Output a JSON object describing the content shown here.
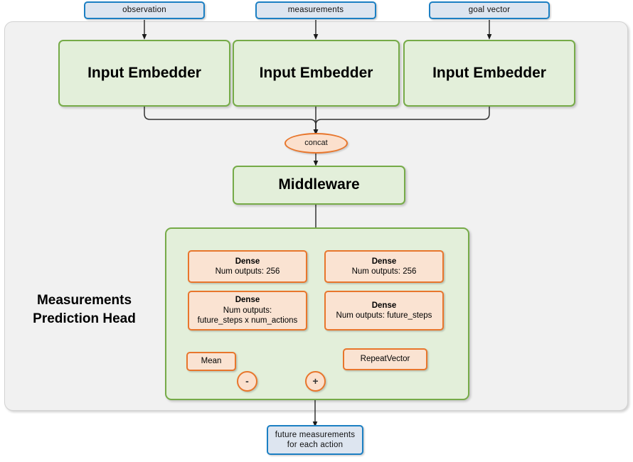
{
  "diagram": {
    "title": "Measurements Prediction Head network diagram",
    "colors": {
      "blue_border": "#1b7fc3",
      "blue_fill": "#dde5f0",
      "green_border": "#76ab48",
      "green_fill": "#e3efda",
      "orange_border": "#e8762c",
      "orange_fill": "#fae3d2",
      "panel_fill": "#f1f1f1",
      "panel_border": "#d2d2d2",
      "wire": "#333333"
    }
  },
  "inputs": [
    {
      "label": "observation"
    },
    {
      "label": "measurements"
    },
    {
      "label": "goal vector"
    }
  ],
  "embedders": [
    {
      "label": "Input Embedder"
    },
    {
      "label": "Input Embedder"
    },
    {
      "label": "Input Embedder"
    }
  ],
  "concat": {
    "label": "concat"
  },
  "middleware": {
    "label": "Middleware"
  },
  "head": {
    "label_line1": "Measurements",
    "label_line2": "Prediction Head",
    "left_branch": [
      {
        "title": "Dense",
        "line2": "Num outputs: 256",
        "line3": ""
      },
      {
        "title": "Dense",
        "line2": "Num outputs:",
        "line3": "future_steps x num_actions"
      }
    ],
    "right_branch": [
      {
        "title": "Dense",
        "line2": "Num outputs: 256",
        "line3": ""
      },
      {
        "title": "Dense",
        "line2": "Num outputs: future_steps",
        "line3": ""
      }
    ],
    "mean": {
      "label": "Mean"
    },
    "repeat_vector": {
      "label": "RepeatVector"
    },
    "subtract_op": {
      "label": "-"
    },
    "add_op": {
      "label": "+"
    }
  },
  "output": {
    "line1": "future measurements",
    "line2": "for each action"
  }
}
